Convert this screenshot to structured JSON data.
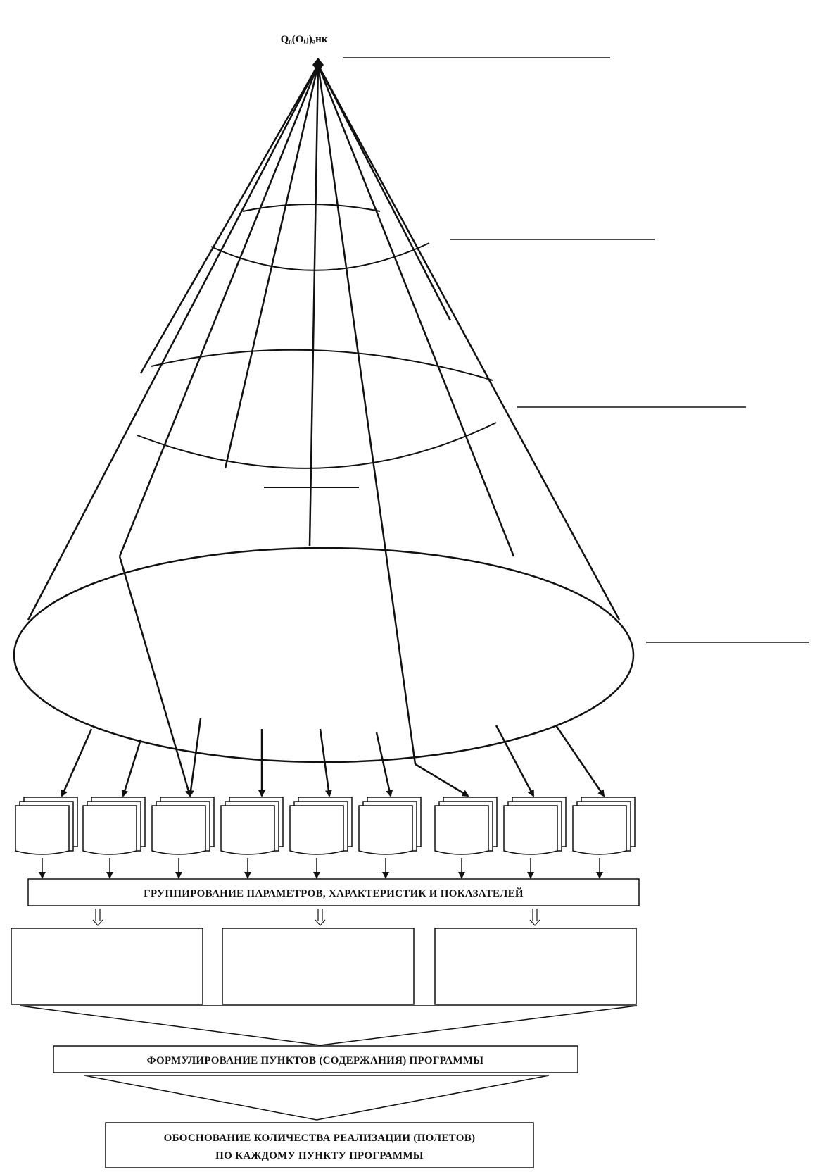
{
  "diagram": {
    "apex_label": "Q₀(Oᵢⱼ)ₐнк",
    "notes": {
      "top": [
        "",
        "",
        ""
      ],
      "functional": [
        "",
        ""
      ],
      "systems": [
        "",
        "",
        ""
      ],
      "parameters": [
        "",
        "",
        "",
        "",
        "",
        ""
      ]
    },
    "level1_labels": [
      "",
      "",
      "",
      "",
      "",
      "",
      ""
    ],
    "level2_labels": [
      "",
      "",
      "",
      "",
      "",
      "",
      "",
      "",
      "",
      "",
      "",
      "",
      "",
      "",
      "",
      ""
    ],
    "cloud_lines": [
      "",
      "",
      "",
      "",
      "",
      "",
      "",
      ""
    ],
    "card_text": [
      "",
      "",
      "",
      "",
      "",
      "",
      "",
      "",
      ""
    ],
    "grouping_box": "ГРУППИРОВАНИЕ ПАРАМЕТРОВ, ХАРАКТЕРИСТИК И ПОКАЗАТЕЛЕЙ",
    "category_boxes": [
      [
        "",
        "",
        "",
        "",
        ""
      ],
      [
        "",
        "",
        ""
      ],
      [
        "",
        "",
        ""
      ]
    ],
    "formulation_box": "ФОРМУЛИРОВАНИЕ ПУНКТОВ (СОДЕРЖАНИЯ) ПРОГРАММЫ",
    "justification_box": [
      "ОБОСНОВАНИЕ КОЛИЧЕСТВА РЕАЛИЗАЦИИ (ПОЛЕТОВ)",
      "ПО КАЖДОМУ ПУНКТУ ПРОГРАММЫ"
    ]
  }
}
